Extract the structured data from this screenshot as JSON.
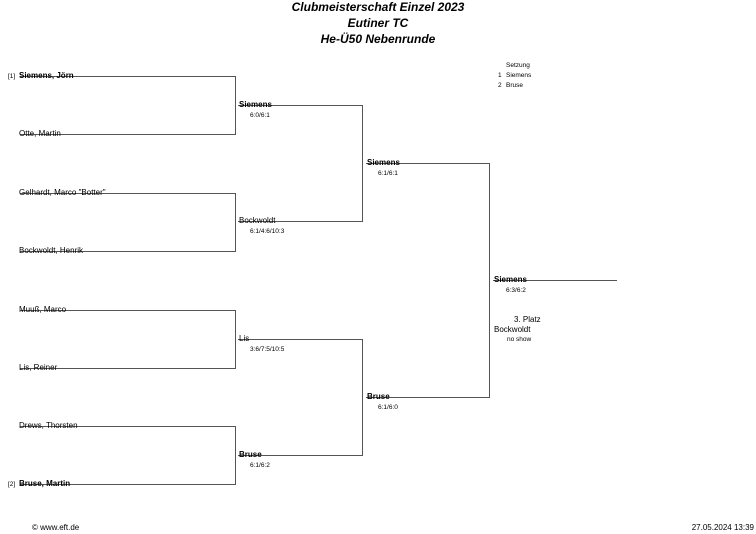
{
  "header": {
    "title1": "Clubmeisterschaft Einzel 2023",
    "title2": "Eutiner TC",
    "title3": "He-Ü50 Nebenrunde"
  },
  "seeding": {
    "title": "Setzung",
    "entries": [
      {
        "num": "1",
        "name": "Siemens"
      },
      {
        "num": "2",
        "name": "Bruse"
      }
    ]
  },
  "round1": [
    {
      "seed": "[1]",
      "name": "Siemens, Jörn",
      "bold": true
    },
    {
      "seed": "",
      "name": "Otte, Martin",
      "bold": false
    },
    {
      "seed": "",
      "name": "Gelhardt, Marco \"Botter\"",
      "bold": false
    },
    {
      "seed": "",
      "name": "Bockwoldt, Henrik",
      "bold": false
    },
    {
      "seed": "",
      "name": "Muuß, Marco",
      "bold": false
    },
    {
      "seed": "",
      "name": "Lis, Reiner",
      "bold": false
    },
    {
      "seed": "",
      "name": "Drews, Thorsten",
      "bold": false
    },
    {
      "seed": "[2]",
      "name": "Bruse, Martin",
      "bold": true
    }
  ],
  "round2": [
    {
      "name": "Siemens",
      "score": "6:0/6:1",
      "bold": true
    },
    {
      "name": "Bockwoldt",
      "score": "6:1/4:6/10:3",
      "bold": false
    },
    {
      "name": "Lis",
      "score": "3:6/7:5/10:5",
      "bold": false
    },
    {
      "name": "Bruse",
      "score": "6:1/6:2",
      "bold": true
    }
  ],
  "round3": [
    {
      "name": "Siemens",
      "score": "6:1/6:1",
      "bold": true
    },
    {
      "name": "Bruse",
      "score": "6:1/6:0",
      "bold": true
    }
  ],
  "final": {
    "name": "Siemens",
    "score": "6:3/6:2",
    "bold": true
  },
  "third_place": {
    "label": "3. Platz",
    "name": "Bockwoldt",
    "note": "no show"
  },
  "footer": {
    "copyright": "© www.eft.de",
    "timestamp": "27.05.2024 13:39"
  }
}
